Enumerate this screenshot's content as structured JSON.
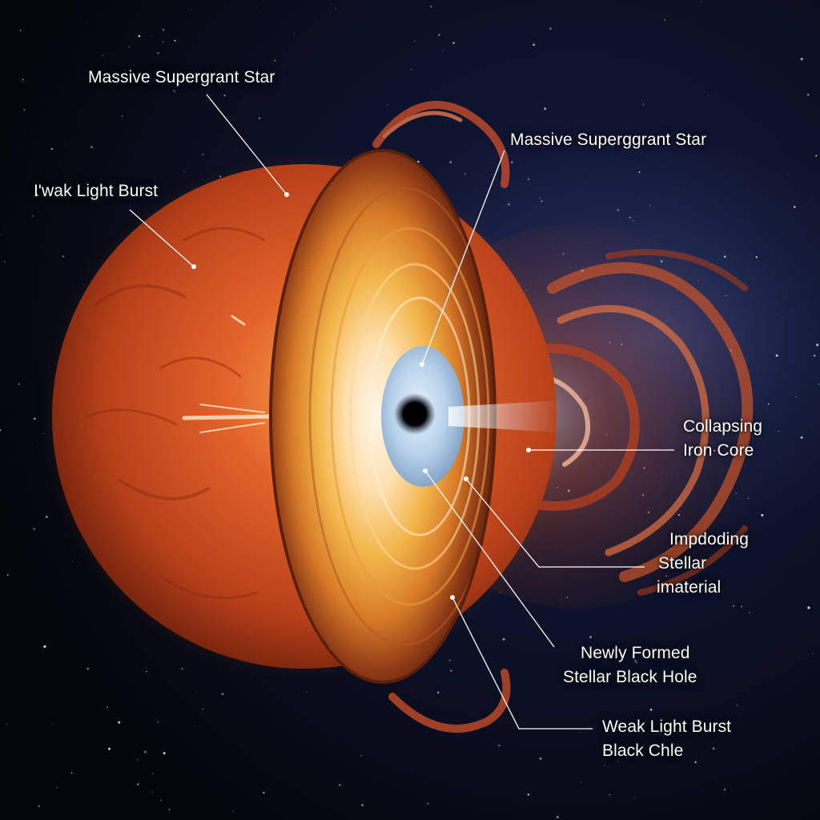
{
  "colors": {
    "space": "#05060c",
    "nebula_blue": "#2a3566",
    "photosphere": "#e2622a",
    "photosphere_dark": "#8a2a10",
    "mantle_yellow": "#f2b64a",
    "core_blue": "#b8d2ea",
    "singularity": "#000000",
    "leader_line": "#ffffff"
  },
  "labels": {
    "top_left": "Massive Supergrant Star",
    "top_center": "Massive Superggrant Star",
    "left": "I'wak Light Burst",
    "collapsing": [
      "Collapsing",
      "Iron Core"
    ],
    "imploding": [
      "Impdoding",
      "Stellar",
      "imaterial"
    ],
    "black_hole": [
      "Newly Formed",
      "Stellar Black Hole"
    ],
    "bottom": [
      "Weak Light Burst",
      "Black Chle"
    ]
  }
}
